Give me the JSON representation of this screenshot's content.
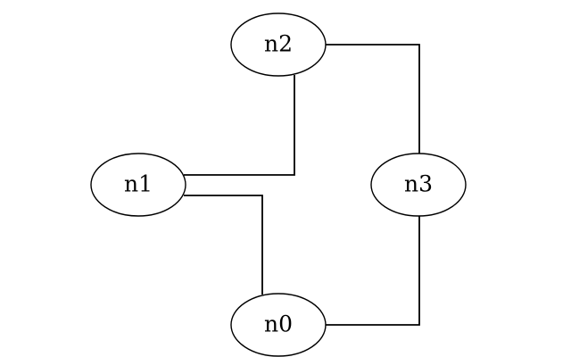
{
  "diagram": {
    "nodes": [
      {
        "id": "n0",
        "label": "n0"
      },
      {
        "id": "n1",
        "label": "n1"
      },
      {
        "id": "n2",
        "label": "n2"
      },
      {
        "id": "n3",
        "label": "n3"
      }
    ],
    "edges": [
      {
        "from": "n1",
        "to": "n2"
      },
      {
        "from": "n1",
        "to": "n0"
      },
      {
        "from": "n2",
        "to": "n3"
      },
      {
        "from": "n0",
        "to": "n3"
      }
    ],
    "colors": {
      "background": "#ffffff",
      "stroke": "#000000",
      "text": "#000000"
    }
  }
}
